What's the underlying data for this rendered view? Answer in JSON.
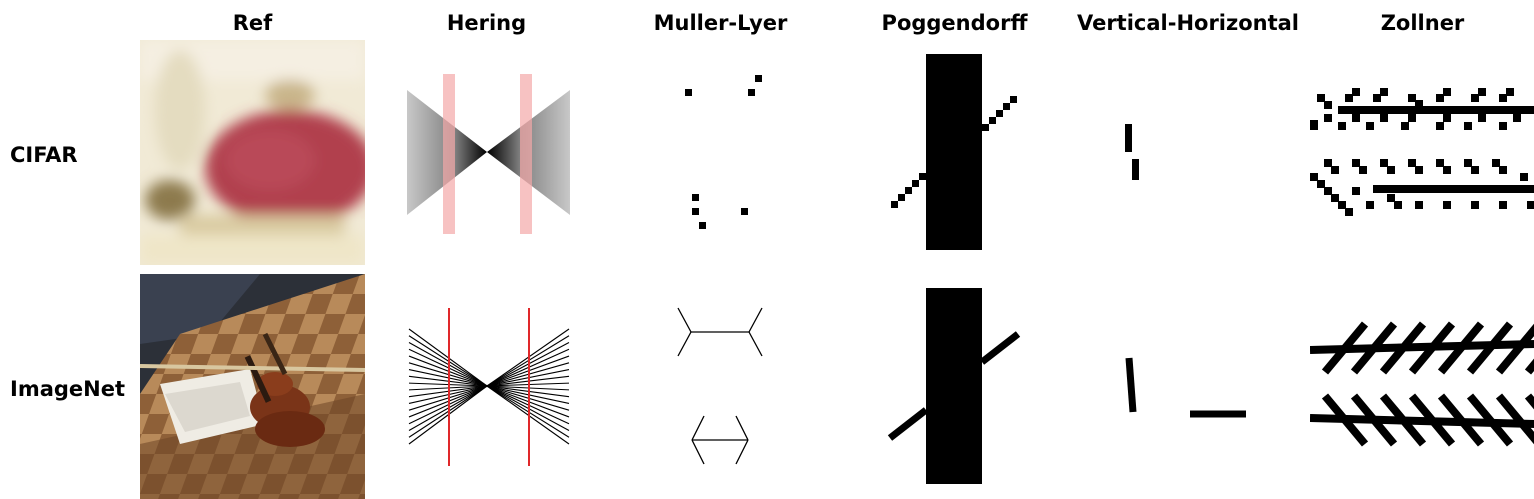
{
  "columns": [
    "Ref",
    "Hering",
    "Muller-Lyer",
    "Poggendorff",
    "Vertical-Horizontal",
    "Zollner"
  ],
  "rows": [
    "CIFAR",
    "ImageNet"
  ],
  "colors": {
    "background": "#ffffff",
    "figure": "#000000",
    "hering_red": "#e0282a"
  },
  "ref_images": {
    "cifar": "blurry low-resolution photo of a red apple on a pale table",
    "imagenet": "violin and bow lying on sheet music on a chessboard table"
  }
}
